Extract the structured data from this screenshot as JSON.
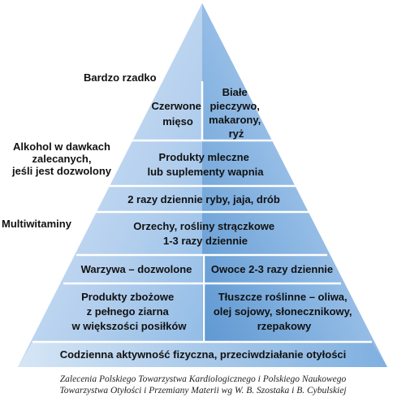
{
  "side_labels": {
    "rarely": "Bardzo rzadko",
    "alcohol": [
      "Alkohol w dawkach",
      "zalecanych,",
      "jeśli jest dozwolony"
    ],
    "vitamins": "Multiwitaminy"
  },
  "tiers": {
    "top_left": [
      "Czerwone",
      "mięso"
    ],
    "top_right": [
      "Białe",
      "pieczywo,",
      "makarony,",
      "ryż"
    ],
    "dairy": [
      "Produkty mleczne",
      "lub suplementy wapnia"
    ],
    "protein": [
      "2 razy dziennie ryby, jaja, drób"
    ],
    "nuts": [
      "Orzechy, rośliny strączkowe",
      "1-3 razy dziennie"
    ],
    "vegetables": [
      "Warzywa – dozwolone"
    ],
    "fruits": [
      "Owoce 2-3 razy dziennie"
    ],
    "grains": [
      "Produkty zbożowe",
      "z pełnego ziarna",
      "w większości posiłków"
    ],
    "fats": [
      "Tłuszcze roślinne – oliwa,",
      "olej sojowy, słonecznikowy,",
      "rzepakowy"
    ],
    "base": [
      "Codzienna aktywność fizyczna, przeciwdziałanie otyłości"
    ]
  },
  "caption": [
    "Zalecenia Polskiego Towarzystwa Kardiologicznego i Polskiego Naukowego",
    "Towarzystwa Otyłości i Przemiany Materii wg W. B. Szostaka i B. Cybulskiej"
  ],
  "colors": {
    "light_blue": "#c9ddf3",
    "mid_blue": "#7aaee0",
    "dark_blue": "#5b95d0",
    "divider": "#ffffff"
  }
}
